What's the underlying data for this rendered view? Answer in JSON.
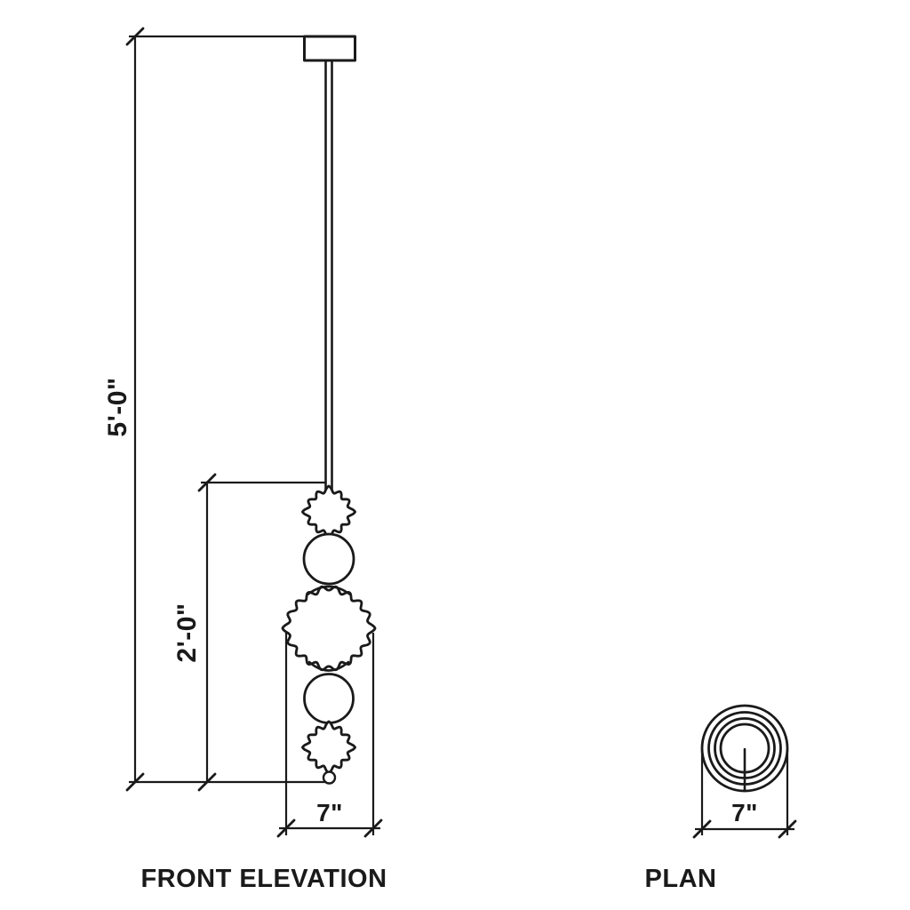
{
  "page": {
    "background": "#ffffff",
    "line_color": "#1a1a1a"
  },
  "views": {
    "front_elevation": {
      "title": "FRONT ELEVATION",
      "dimensions": {
        "overall_drop": "5'-0\"",
        "fixture_height": "2'-0\"",
        "width": "7\""
      },
      "parts": [
        "ceiling-canopy",
        "stem-rod",
        "scalloped-bead-top",
        "glass-sphere-upper",
        "large-scalloped-shade",
        "glass-sphere-lower",
        "scalloped-bead-bottom",
        "finial-ball"
      ]
    },
    "plan": {
      "title": "PLAN",
      "dimensions": {
        "diameter": "7\""
      },
      "parts": [
        "concentric-rings"
      ]
    }
  }
}
